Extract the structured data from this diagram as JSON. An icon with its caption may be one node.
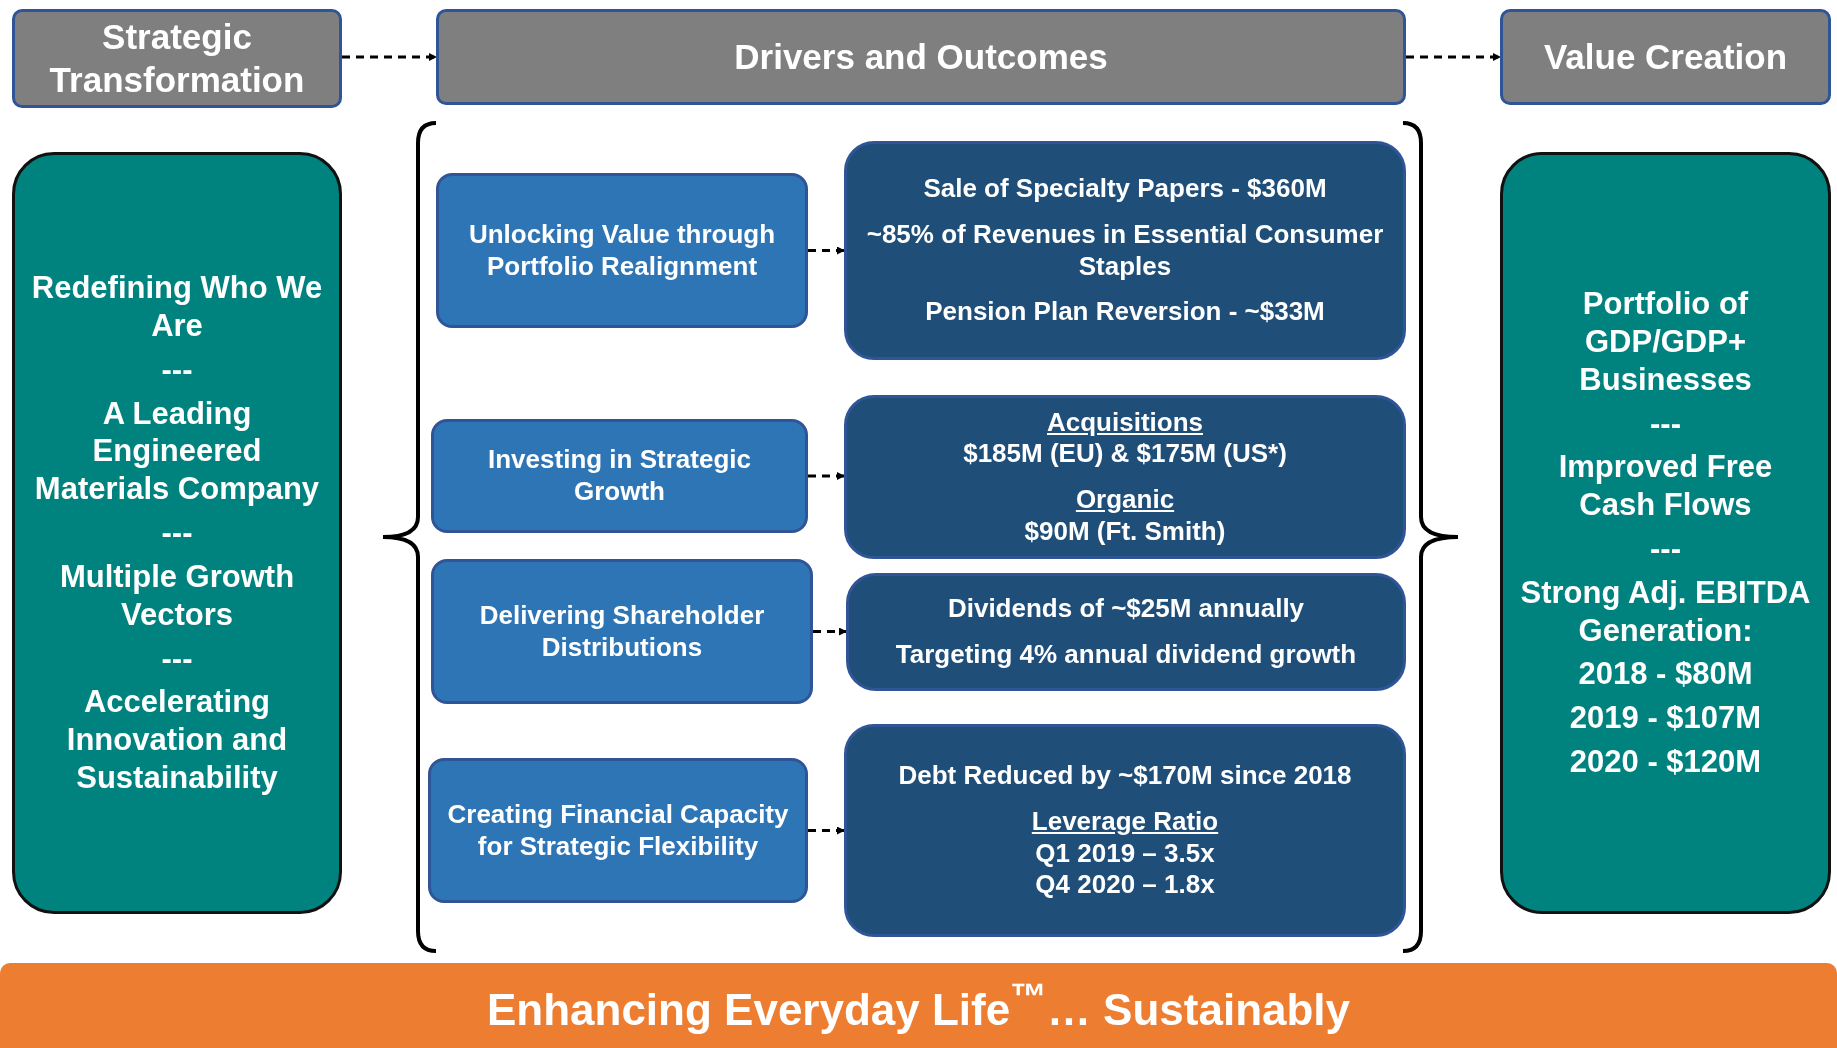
{
  "diagram": {
    "nodes": [
      {
        "text": [
          "Strategic Transformation"
        ]
      },
      {
        "text": [
          "Drivers and Outcomes"
        ]
      },
      {
        "text": [
          "Value Creation"
        ]
      },
      {
        "text": [
          "Redefining Who We Are",
          "---",
          "A Leading Engineered Materials Company",
          "---",
          "Multiple Growth Vectors",
          "---",
          "Accelerating Innovation and Sustainability"
        ]
      },
      {
        "text": [
          "Unlocking Value through Portfolio Realignment"
        ]
      },
      {
        "text": [
          "Sale of Specialty Papers - $360M",
          "~85% of Revenues in Essential Consumer Staples",
          "Pension Plan Reversion -  ~$33M"
        ]
      },
      {
        "text": [
          "Investing in Strategic Growth"
        ]
      },
      {
        "text": [
          "Acquisitions",
          "$185M (EU) & $175M (US*)",
          "Organic",
          "$90M (Ft. Smith)"
        ]
      },
      {
        "text": [
          "Delivering Shareholder Distributions"
        ]
      },
      {
        "text": [
          "Dividends of ~$25M annually",
          "Targeting 4% annual dividend growth"
        ]
      },
      {
        "text": [
          "Creating Financial Capacity for Strategic Flexibility"
        ]
      },
      {
        "text": [
          "Debt Reduced by ~$170M since 2018",
          "Leverage Ratio",
          "Q1 2019 – 3.5x",
          "Q4 2020 – 1.8x"
        ]
      },
      {
        "text": [
          "Portfolio of GDP/GDP+ Businesses",
          "---",
          "Improved Free Cash Flows",
          "---",
          "Strong Adj. EBITDA Generation:",
          "2018 - $80M",
          "2019 - $107M",
          "2020 - $120M"
        ]
      },
      {
        "text": [
          "Enhancing Everyday Life$^{™}$… Sustainably"
        ]
      }
    ],
    "edges": [
      {
        "from": 0,
        "to": 1,
        "arrow": "to",
        "style": "dashed"
      },
      {
        "from": 1,
        "to": 2,
        "arrow": "to",
        "style": "dashed"
      },
      {
        "from": 4,
        "to": 5,
        "arrow": "to",
        "style": "dashed"
      },
      {
        "from": 6,
        "to": 7,
        "arrow": "to",
        "style": "dashed"
      },
      {
        "from": 8,
        "to": 9,
        "arrow": "to",
        "style": "dashed"
      },
      {
        "from": 10,
        "to": 11,
        "arrow": "to",
        "style": "dashed"
      }
    ]
  }
}
